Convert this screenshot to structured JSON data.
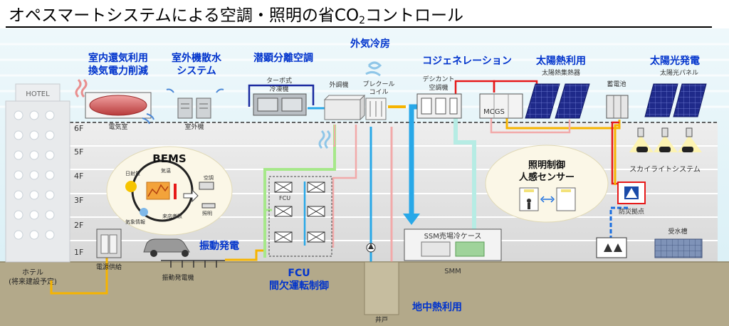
{
  "title": "オペスマートシステムによる空調・照明の省CO",
  "title_sub": "2",
  "title_tail": "コントロール",
  "hotel": {
    "sign": "HOTEL",
    "label_line1": "ホテル",
    "label_line2": "(将来建設予定)"
  },
  "floors": [
    "6F",
    "5F",
    "4F",
    "3F",
    "2F",
    "1F"
  ],
  "features": {
    "exhaust_line1": "室内還気利用",
    "exhaust_line2": "換気電力削減",
    "water_line1": "室外機散水",
    "water_line2": "システム",
    "latent_ac": "潜顕分離空調",
    "outdoor_cooling": "外気冷房",
    "cogeneration": "コジェネレーション",
    "solar_thermal": "太陽熱利用",
    "solar_power": "太陽光発電",
    "lighting_line1": "照明制御",
    "lighting_line2": "人感センサー",
    "vibration_power": "振動発電",
    "fcu_line1": "FCU",
    "fcu_line2": "間欠運転制御",
    "geothermal": "地中熱利用"
  },
  "equipment": {
    "electric_room": "電気室",
    "outdoor_unit": "室外機",
    "turbo_line1": "ターボ式",
    "turbo_line2": "冷凍機",
    "ahu": "外調機",
    "precool_line1": "プレクール",
    "precool_line2": "コイル",
    "desiccant_line1": "デシカント",
    "desiccant_line2": "空調機",
    "mcgs": "MCGS",
    "collector": "太陽熱集熱器",
    "battery": "蓄電池",
    "solar_panel": "太陽光パネル",
    "skylight": "スカイライトシステム",
    "disaster": "防災拠点",
    "water_tank": "受水槽",
    "ssm_case": "SSM売場冷ケース",
    "smm": "SMM",
    "well": "井戸",
    "power_supply": "電源供給",
    "vibration_generator": "振動発電機",
    "fcu": "FCU"
  },
  "bems": {
    "title": "BEMS",
    "solar_radiation": "日射量",
    "temperature": "気温",
    "weather": "気象情報",
    "visitors": "来店者数",
    "ac": "空調",
    "lighting": "照明"
  },
  "colors": {
    "title_text": "#000000",
    "feature_text": "#0033cc",
    "sky": "#dff1f7",
    "ground": "#b3a98a",
    "building": "#e4e4e4",
    "pipe_yellow": "#f6b400",
    "pipe_green": "#a6e88a",
    "pipe_blue": "#28a8e8",
    "pipe_pink": "#f2a9a9",
    "pipe_red": "#e61919",
    "pipe_navy": "#1a2aa0",
    "solar_blue": "#1f2a8a"
  },
  "icons": [
    "hotel-building",
    "bems-cycle",
    "car",
    "solar-panel",
    "light-bulb",
    "person-sensor",
    "pump",
    "water-tank"
  ]
}
